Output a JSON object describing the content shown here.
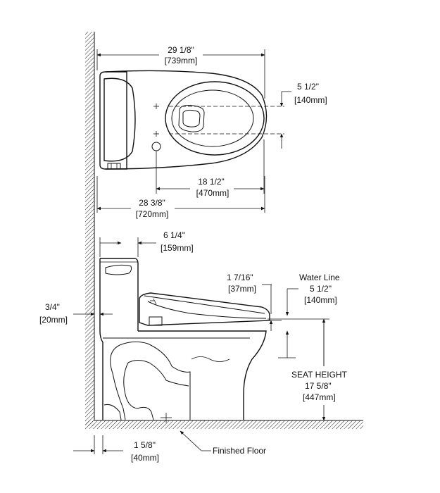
{
  "top_view": {
    "overall_length": "29 1/8\"",
    "overall_length_mm": "[739mm]",
    "bowl_offset": "5 1/2\"",
    "bowl_offset_mm": "[140mm]",
    "bowl_length": "18 1/2\"",
    "bowl_length_mm": "[470mm]",
    "base_length": "28 3/8\"",
    "base_length_mm": "[720mm]"
  },
  "side_view": {
    "tank_depth": "6 1/4\"",
    "tank_depth_mm": "[159mm]",
    "wall_gap": "3/4\"",
    "wall_gap_mm": "[20mm]",
    "seat_thickness": "1 7/16\"",
    "seat_thickness_mm": "[37mm]",
    "water_line_label": "Water Line",
    "water_line": "5 1/2\"",
    "water_line_mm": "[140mm]",
    "seat_height_label": "SEAT HEIGHT",
    "seat_height": "17 5/8\"",
    "seat_height_mm": "[447mm]",
    "rough_in": "1 5/8\"",
    "rough_in_mm": "[40mm]",
    "floor_label": "Finished Floor"
  }
}
